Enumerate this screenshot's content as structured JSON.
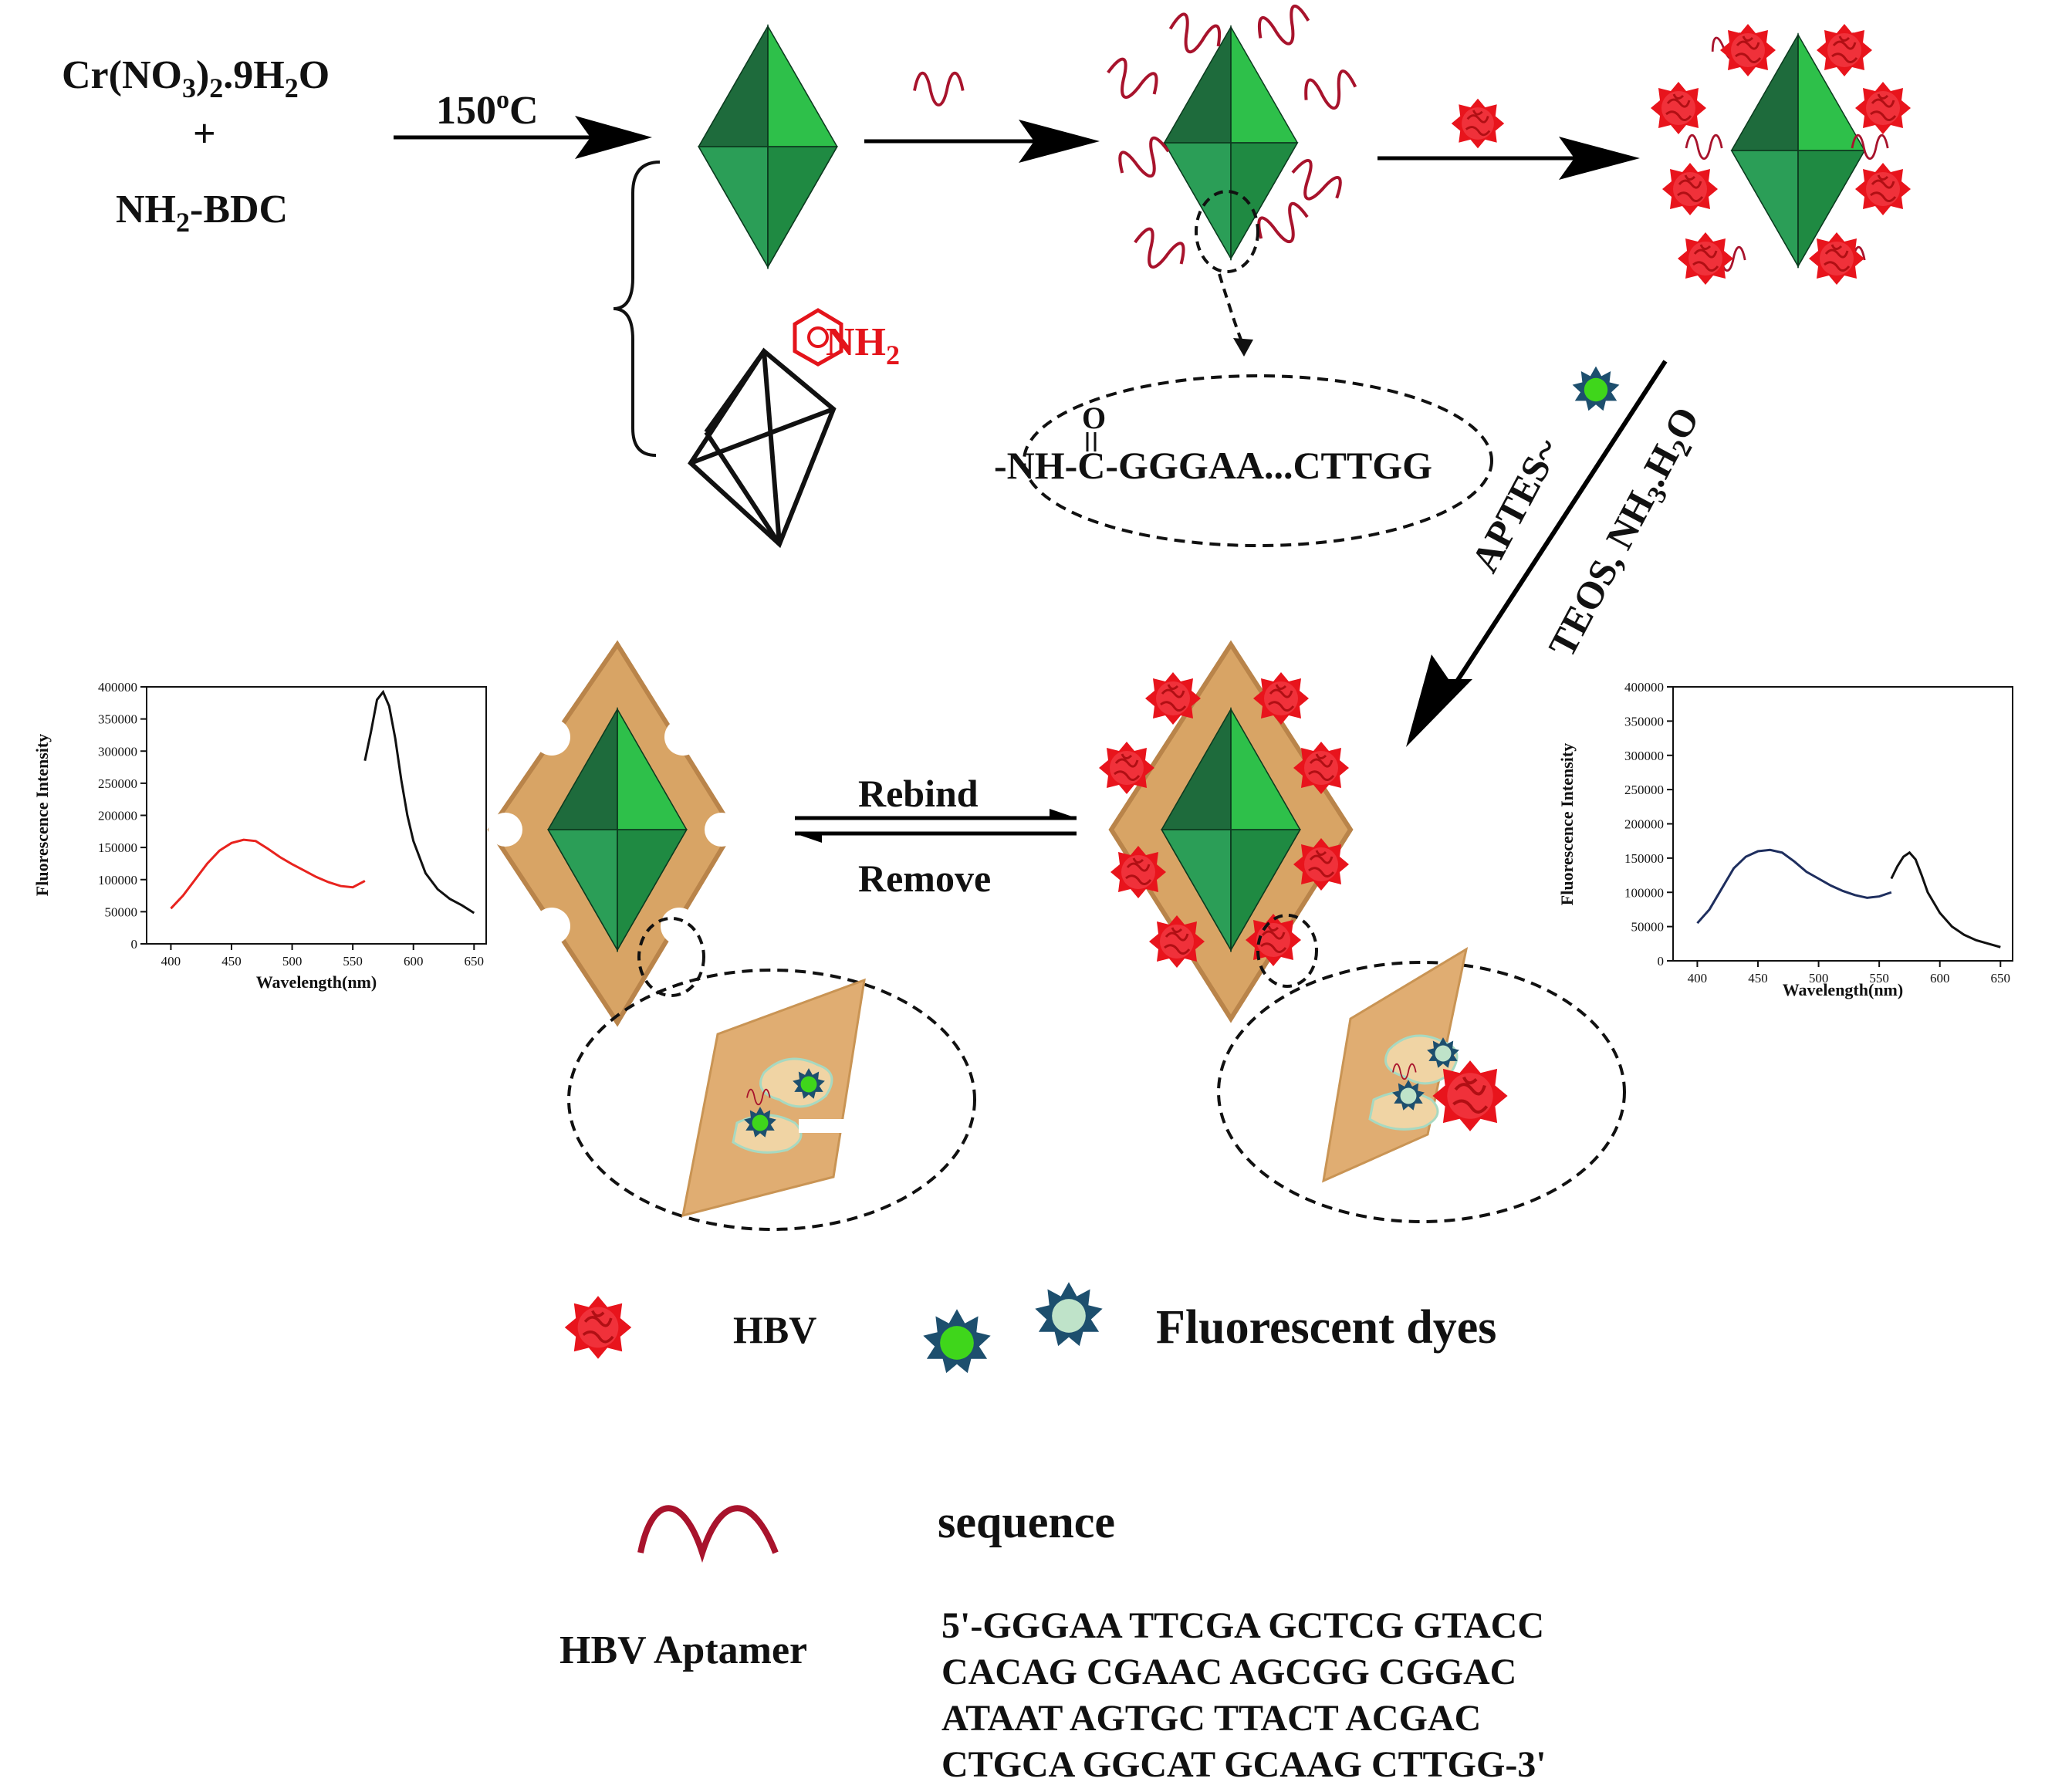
{
  "reagents": {
    "chromium_salt": "Cr(NO3)2.9H2O",
    "plus": "+",
    "linker": "NH2-BDC",
    "amine_label": "NH2"
  },
  "conditions": {
    "temperature": "150oC",
    "silica_reagents_1": "APTES~",
    "silica_reagents_2": "TEOS, NH3.H2O"
  },
  "linkage": {
    "carbonyl_o": "O",
    "text": "-NH-C-GGGAA...CTTGG"
  },
  "equilibrium": {
    "forward": "Rebind",
    "reverse": "Remove"
  },
  "legend": {
    "hbv": "HBV",
    "dyes": "Fluorescent dyes",
    "aptamer": "HBV Aptamer",
    "sequence_title": "sequence",
    "sequence_lines": [
      "5'-GGGAA TTCGA GCTCG GTACC",
      "CACAG CGAAC AGCGG CGGAC",
      "ATAAT AGTGC TTACT ACGAC",
      "CTGCA GGCAT GCAAG CTTGG-3'"
    ]
  },
  "chart_data": [
    {
      "type": "line",
      "xlabel": "Wavelength(nm)",
      "ylabel": "Fluorescence Intensity",
      "xlim": [
        380,
        660
      ],
      "ylim": [
        0,
        400000
      ],
      "xticks": [
        400,
        450,
        500,
        550,
        600,
        650
      ],
      "yticks": [
        0,
        50000,
        100000,
        150000,
        200000,
        250000,
        300000,
        350000,
        400000
      ],
      "series": [
        {
          "color": "#e8231e",
          "x": [
            400,
            410,
            420,
            430,
            440,
            450,
            460,
            470,
            480,
            490,
            500,
            510,
            520,
            530,
            540,
            550,
            560
          ],
          "y": [
            55000,
            75000,
            100000,
            125000,
            145000,
            157000,
            162000,
            160000,
            148000,
            135000,
            124000,
            114000,
            104000,
            96000,
            90000,
            88000,
            98000
          ]
        },
        {
          "color": "#111111",
          "x": [
            560,
            565,
            570,
            575,
            580,
            585,
            590,
            595,
            600,
            610,
            620,
            630,
            640,
            650
          ],
          "y": [
            285000,
            330000,
            380000,
            392000,
            370000,
            320000,
            255000,
            200000,
            160000,
            110000,
            85000,
            70000,
            60000,
            48000
          ]
        }
      ]
    },
    {
      "type": "line",
      "xlabel": "Wavelength(nm)",
      "ylabel": "Fluorescence Intensity",
      "xlim": [
        380,
        660
      ],
      "ylim": [
        0,
        400000
      ],
      "xticks": [
        400,
        450,
        500,
        550,
        600,
        650
      ],
      "yticks": [
        0,
        50000,
        100000,
        150000,
        200000,
        250000,
        300000,
        350000,
        400000
      ],
      "series": [
        {
          "color": "#1e2e5e",
          "x": [
            400,
            410,
            420,
            430,
            440,
            450,
            460,
            470,
            480,
            490,
            500,
            510,
            520,
            530,
            540,
            550,
            560
          ],
          "y": [
            55000,
            75000,
            105000,
            135000,
            152000,
            160000,
            162000,
            158000,
            145000,
            130000,
            120000,
            110000,
            102000,
            96000,
            92000,
            94000,
            100000
          ]
        },
        {
          "color": "#111111",
          "x": [
            560,
            565,
            570,
            575,
            580,
            585,
            590,
            600,
            610,
            620,
            630,
            640,
            650
          ],
          "y": [
            120000,
            138000,
            152000,
            158000,
            148000,
            125000,
            100000,
            70000,
            50000,
            38000,
            30000,
            25000,
            20000
          ]
        }
      ]
    }
  ]
}
